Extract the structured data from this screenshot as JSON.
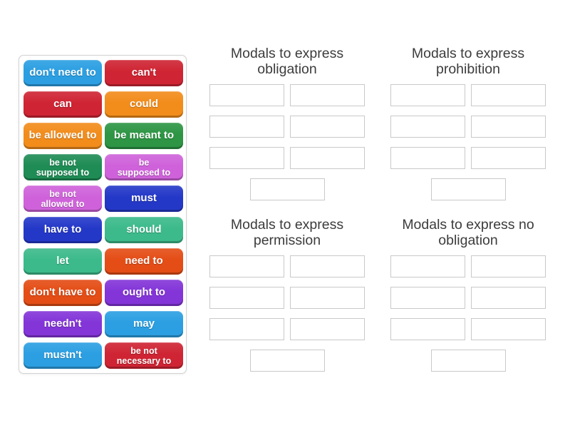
{
  "page": {
    "background": "#ffffff",
    "title_text_color": "#3c3c3c"
  },
  "palette": {
    "sky_blue": "#2b9fe2",
    "crimson": "#cf2433",
    "orange": "#f28c1b",
    "green": "#2d9544",
    "emerald": "#1f8c55",
    "orchid": "#cf62da",
    "royal_blue": "#2438c8",
    "sea_green": "#3cba8b",
    "orange_red": "#e44d16",
    "violet": "#8335d8",
    "slot_border": "#c9c9c9",
    "panel_border": "#d2d2d2"
  },
  "tile_panel": {
    "tiles": [
      {
        "label": "don't need to",
        "color": "sky_blue",
        "small": false
      },
      {
        "label": "can't",
        "color": "crimson",
        "small": false
      },
      {
        "label": "can",
        "color": "crimson",
        "small": false
      },
      {
        "label": "could",
        "color": "orange",
        "small": false
      },
      {
        "label": "be allowed to",
        "color": "orange",
        "small": false
      },
      {
        "label": "be meant to",
        "color": "green",
        "small": false
      },
      {
        "label": "be not\nsupposed to",
        "color": "emerald",
        "small": true
      },
      {
        "label": "be\nsupposed to",
        "color": "orchid",
        "small": true
      },
      {
        "label": "be not\nallowed to",
        "color": "orchid",
        "small": true
      },
      {
        "label": "must",
        "color": "royal_blue",
        "small": false
      },
      {
        "label": "have to",
        "color": "royal_blue",
        "small": false
      },
      {
        "label": "should",
        "color": "sea_green",
        "small": false
      },
      {
        "label": "let",
        "color": "sea_green",
        "small": false
      },
      {
        "label": "need to",
        "color": "orange_red",
        "small": false
      },
      {
        "label": "don't have to",
        "color": "orange_red",
        "small": false
      },
      {
        "label": "ought to",
        "color": "violet",
        "small": false
      },
      {
        "label": "needn't",
        "color": "violet",
        "small": false
      },
      {
        "label": "may",
        "color": "sky_blue",
        "small": false
      },
      {
        "label": "mustn't",
        "color": "sky_blue",
        "small": false
      },
      {
        "label": "be not\nnecessary to",
        "color": "crimson",
        "small": true
      }
    ]
  },
  "groups": [
    {
      "title": "Modals to express obligation",
      "slots": 7
    },
    {
      "title": "Modals to express prohibition",
      "slots": 7
    },
    {
      "title": "Modals to express permission",
      "slots": 7
    },
    {
      "title": "Modals to express no obligation",
      "slots": 7
    }
  ]
}
